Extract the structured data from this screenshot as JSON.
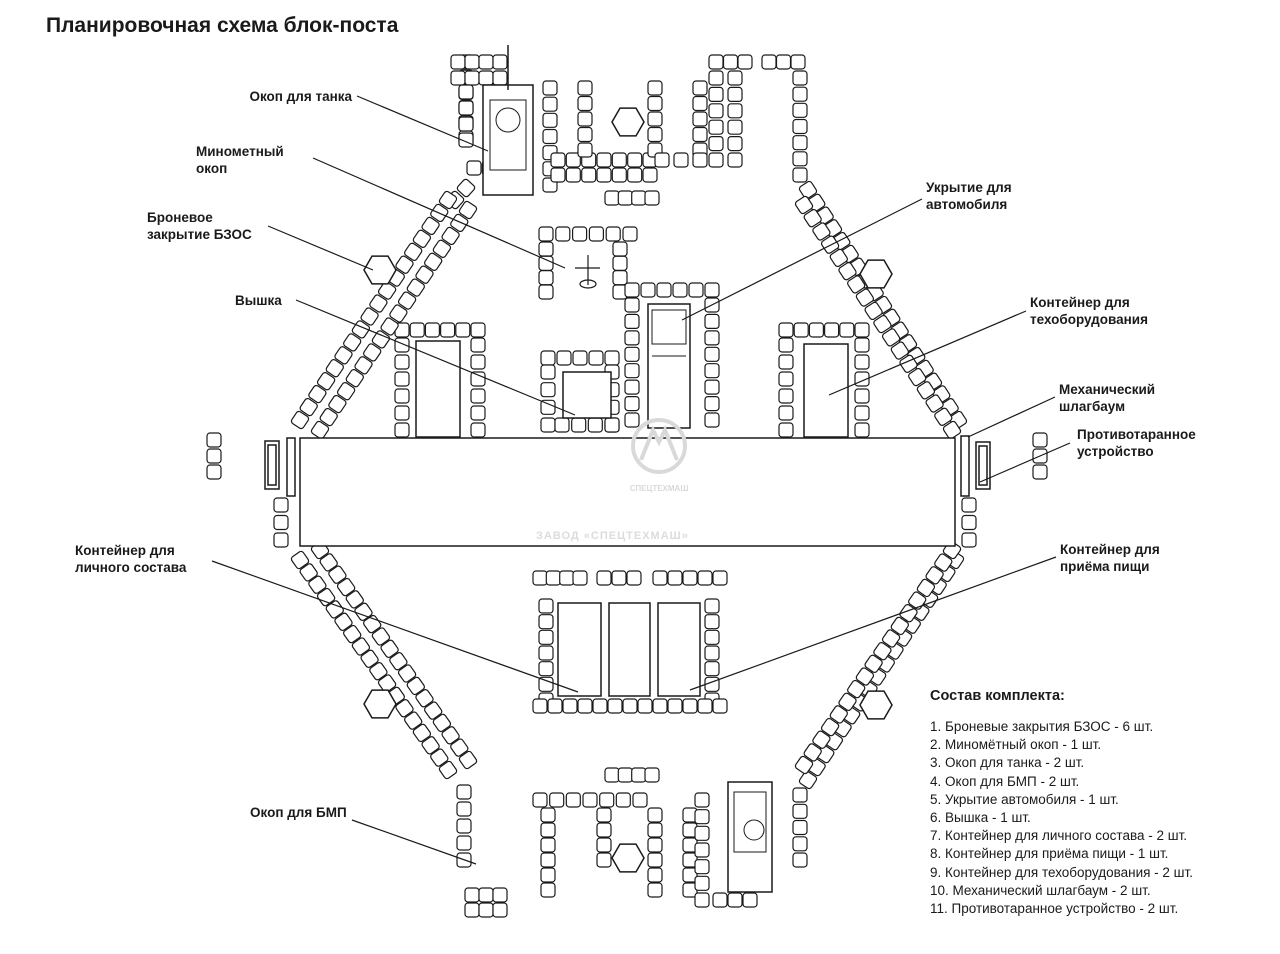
{
  "title": "Планировочная схема блок-поста",
  "labels": {
    "tank_pit": "Окоп для танка",
    "mortar_pit": "Минометный\nокоп",
    "armor_cover": "Броневое\nзакрытие БЗОС",
    "tower": "Вышка",
    "vehicle_shelter": "Укрытие для\nавтомобиля",
    "equipment_container": "Контейнер для\nтехоборудования",
    "barrier": "Механический\nшлагбаум",
    "anti_ram": "Противотаранное\nустройство",
    "personnel_container": "Контейнер для\nличного состава",
    "food_container": "Контейнер для\nприёма пищи",
    "bmp_pit": "Окоп для БМП"
  },
  "kit": {
    "title": "Состав комплекта:",
    "items": [
      "1. Броневые закрытия БЗОС - 6 шт.",
      "2. Миномётный окоп - 1 шт.",
      "3. Окоп для танка - 2 шт.",
      "4. Окоп для БМП - 2 шт.",
      "5. Укрытие автомобиля - 1 шт.",
      "6. Вышка - 1 шт.",
      "7. Контейнер  для личного состава - 2 шт.",
      "8. Контейнер для приёма пищи - 1 шт.",
      "9. Контейнер для техоборудования - 2 шт.",
      "10. Механический шлагбаум - 2 шт.",
      "11. Противотаранное устройство - 2 шт."
    ]
  },
  "watermark": {
    "brand": "СПЕЦТЕХМАШ",
    "factory": "ЗАВОД «СПЕЦТЕХМАШ»"
  },
  "colors": {
    "line": "#1a1a1a",
    "watermark": "#d9d9d9"
  }
}
